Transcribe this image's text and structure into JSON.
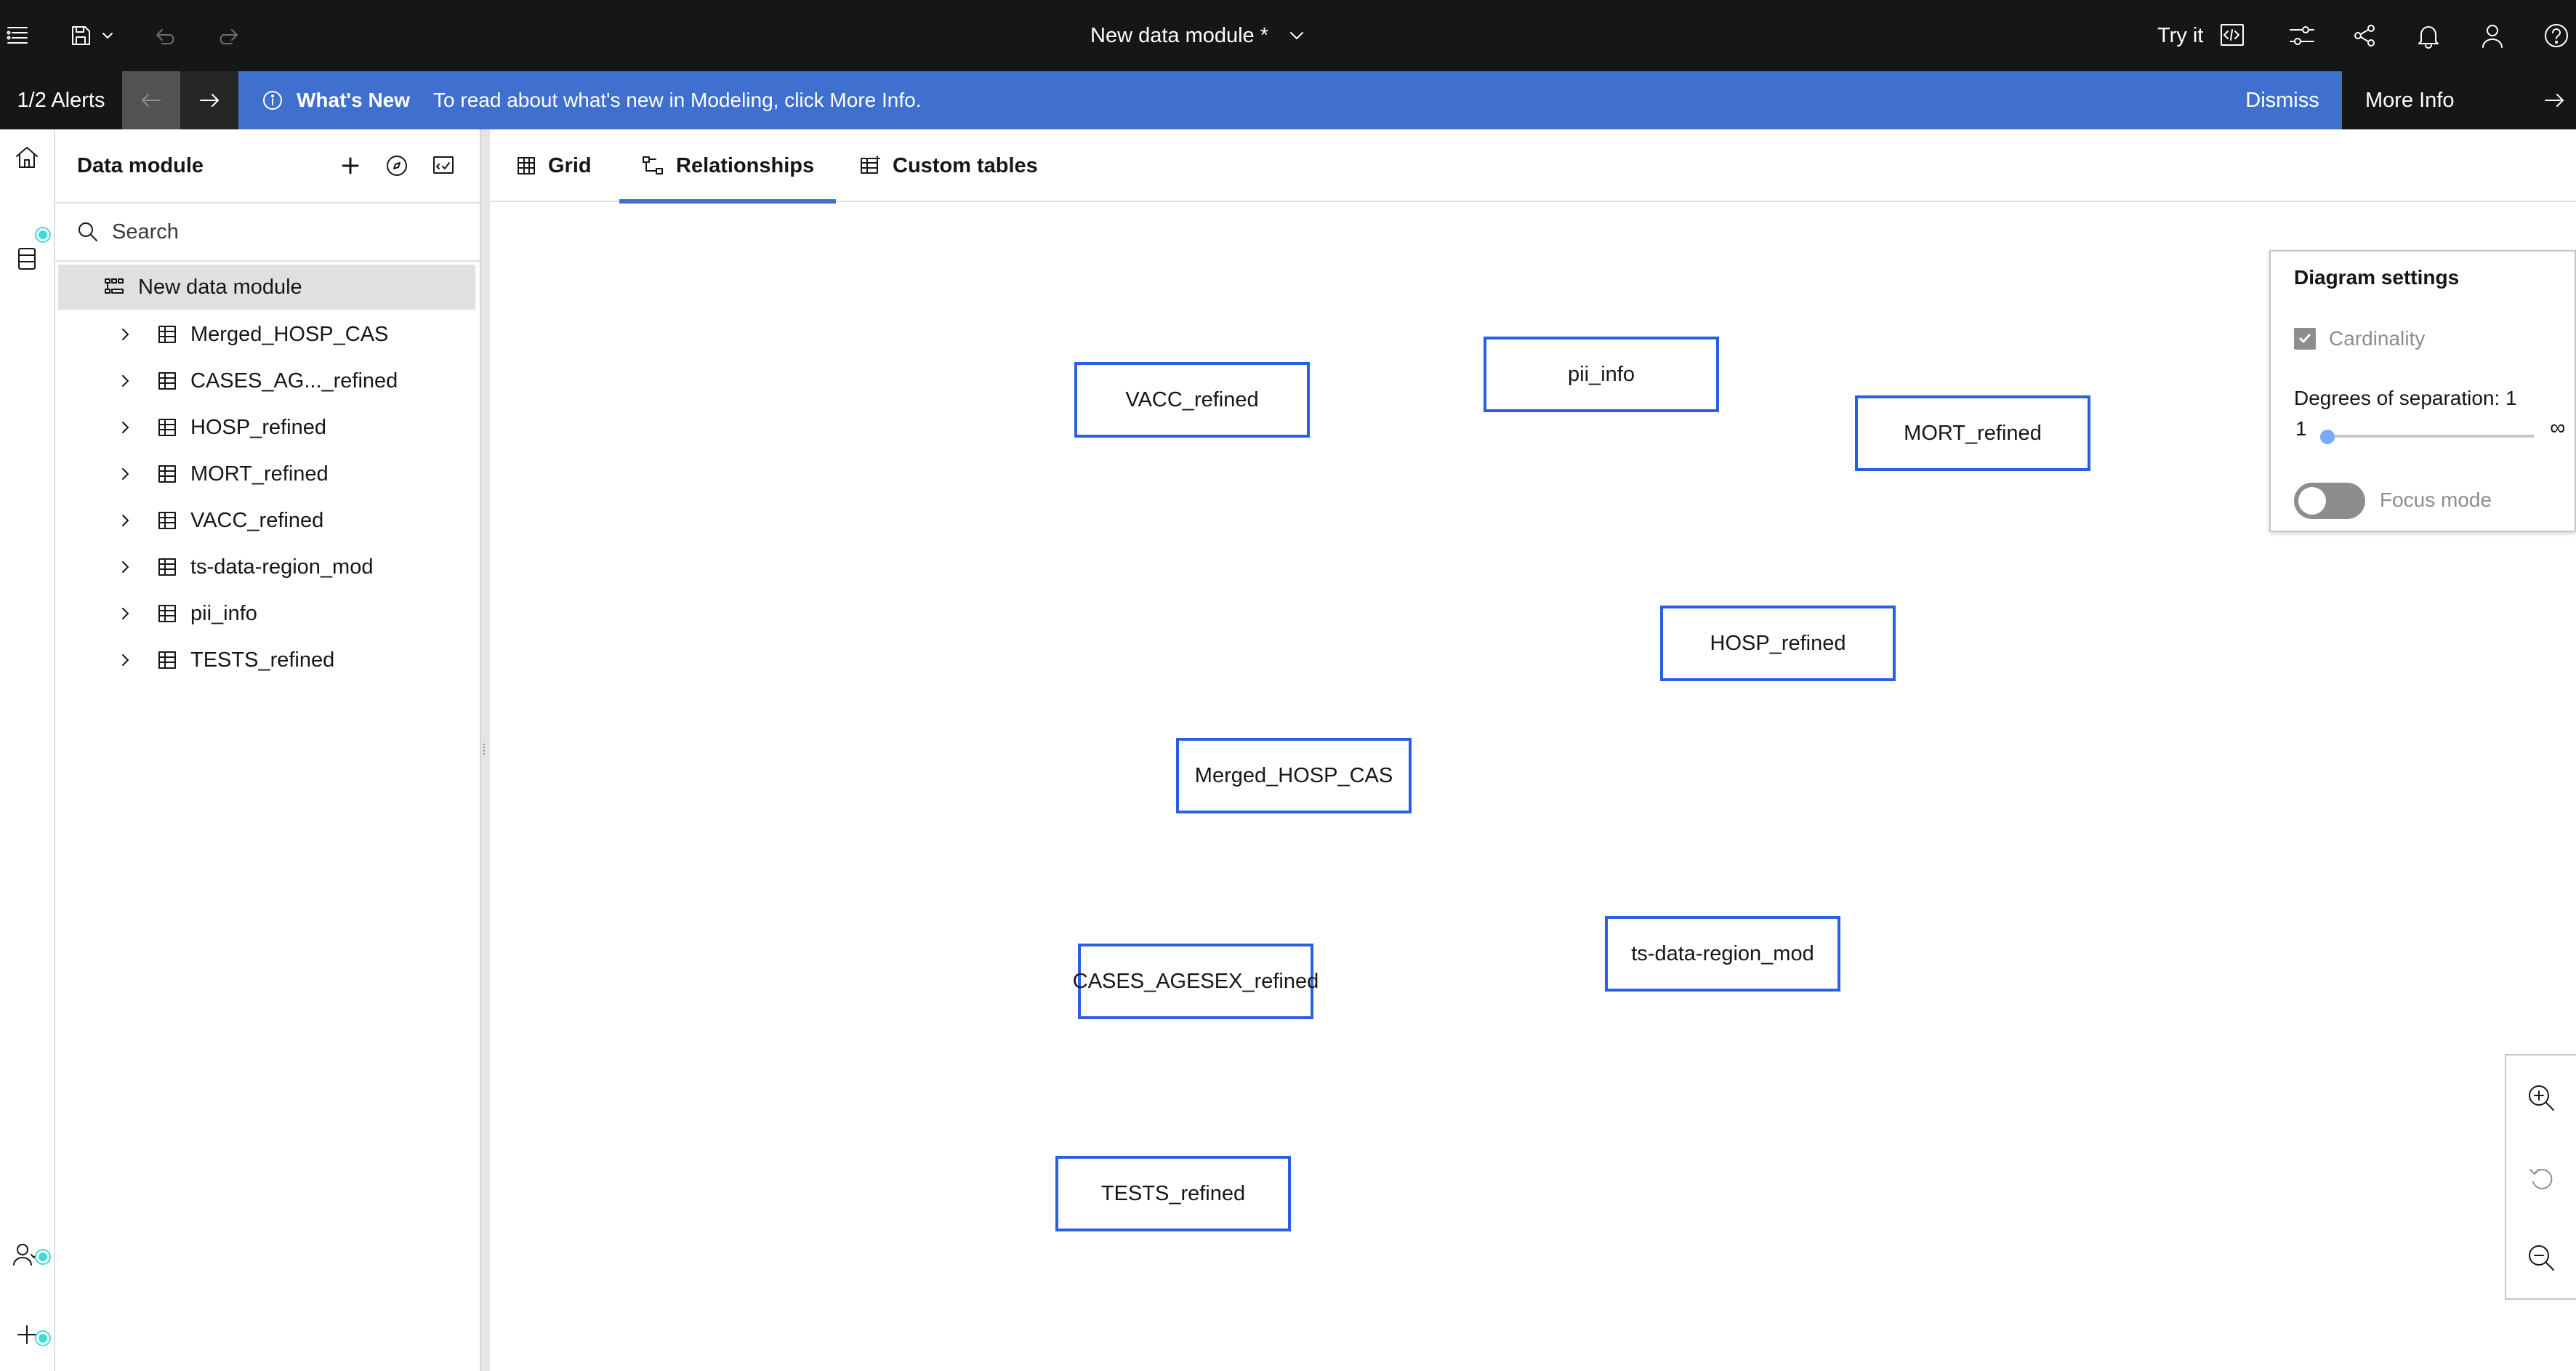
{
  "topbar": {
    "title": "New data module *",
    "try_it_label": "Try it",
    "icons": [
      "menu-icon",
      "save-icon",
      "chevron-down-icon",
      "undo-icon",
      "redo-icon",
      "chevron-down-icon",
      "code-icon",
      "settings-sliders-icon",
      "share-icon",
      "notification-icon",
      "user-icon",
      "help-icon"
    ]
  },
  "alert": {
    "count": "1/2 Alerts",
    "heading": "What's New",
    "text": "To read about what's new in Modeling, click More Info.",
    "dismiss": "Dismiss",
    "more_info": "More Info",
    "colors": {
      "banner": "#3f70d0",
      "dark": "#161616"
    }
  },
  "panel": {
    "title": "Data module",
    "search_placeholder": "Search",
    "root": "New data module",
    "items": [
      {
        "label": "Merged_HOSP_CAS"
      },
      {
        "label": "CASES_AG..._refined"
      },
      {
        "label": "HOSP_refined"
      },
      {
        "label": "MORT_refined"
      },
      {
        "label": "VACC_refined"
      },
      {
        "label": "ts-data-region_mod"
      },
      {
        "label": "pii_info"
      },
      {
        "label": "TESTS_refined"
      }
    ]
  },
  "tabs": [
    {
      "label": "Grid",
      "active": false
    },
    {
      "label": "Relationships",
      "active": true
    },
    {
      "label": "Custom tables",
      "active": false
    }
  ],
  "diagram": {
    "node_border_color": "#2a5fe3",
    "nodes": [
      {
        "label": "VACC_refined"
      },
      {
        "label": "pii_info"
      },
      {
        "label": "MORT_refined"
      },
      {
        "label": "HOSP_refined"
      },
      {
        "label": "Merged_HOSP_CAS"
      },
      {
        "label": "CASES_AGESEX_refined"
      },
      {
        "label": "ts-data-region_mod"
      },
      {
        "label": "TESTS_refined"
      }
    ]
  },
  "settings": {
    "title": "Diagram settings",
    "cardinality_label": "Cardinality",
    "cardinality_checked": true,
    "degrees_label": "Degrees of separation: 1",
    "degrees_value": 1,
    "slider_min": "1",
    "slider_max": "∞",
    "focus_mode_label": "Focus mode",
    "focus_mode_on": false
  }
}
